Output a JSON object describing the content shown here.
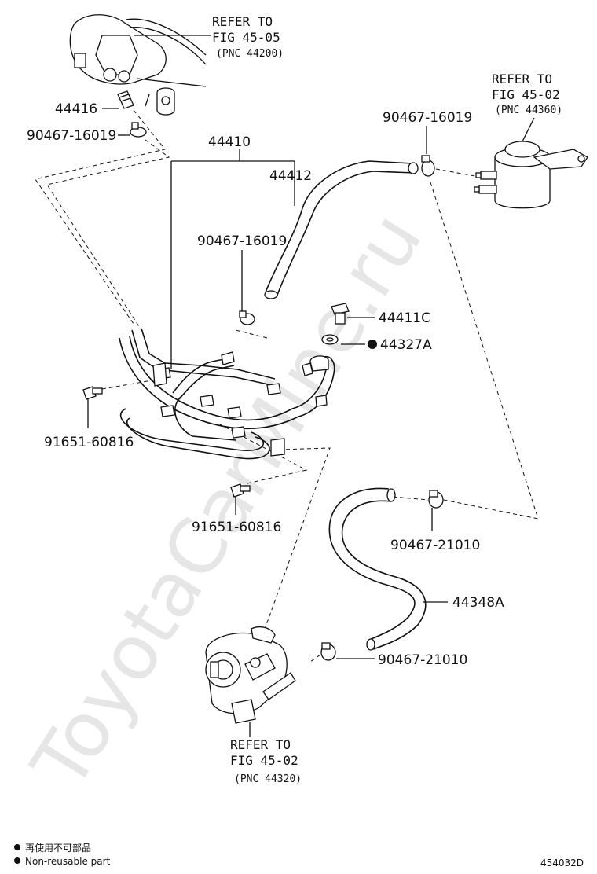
{
  "watermark": "ToyotaCarMine.ru",
  "refs": {
    "gear": {
      "line1": "REFER TO",
      "line2": "FIG 45-05",
      "line3": "(PNC 44200)"
    },
    "tank": {
      "line1": "REFER TO",
      "line2": "FIG 45-02",
      "line3": "(PNC 44360)"
    },
    "pump": {
      "line1": "REFER TO",
      "line2": "FIG 45-02",
      "line3": "(PNC 44320)"
    }
  },
  "parts": {
    "p44416": "44416",
    "clamp_top_left": "90467-16019",
    "p44410": "44410",
    "p44412": "44412",
    "clamp_mid": "90467-16019",
    "clamp_top_right": "90467-16019",
    "p44411C": "44411C",
    "p44327A": "44327A",
    "bolt_left": "91651-60816",
    "bolt_bottom": "91651-60816",
    "clamp_right_hose_top": "90467-21010",
    "p44348A": "44348A",
    "clamp_right_hose_bottom": "90467-21010"
  },
  "legend": {
    "jp": "再使用不可部品",
    "en": "Non-reusable part"
  },
  "figure_code": "454032D"
}
